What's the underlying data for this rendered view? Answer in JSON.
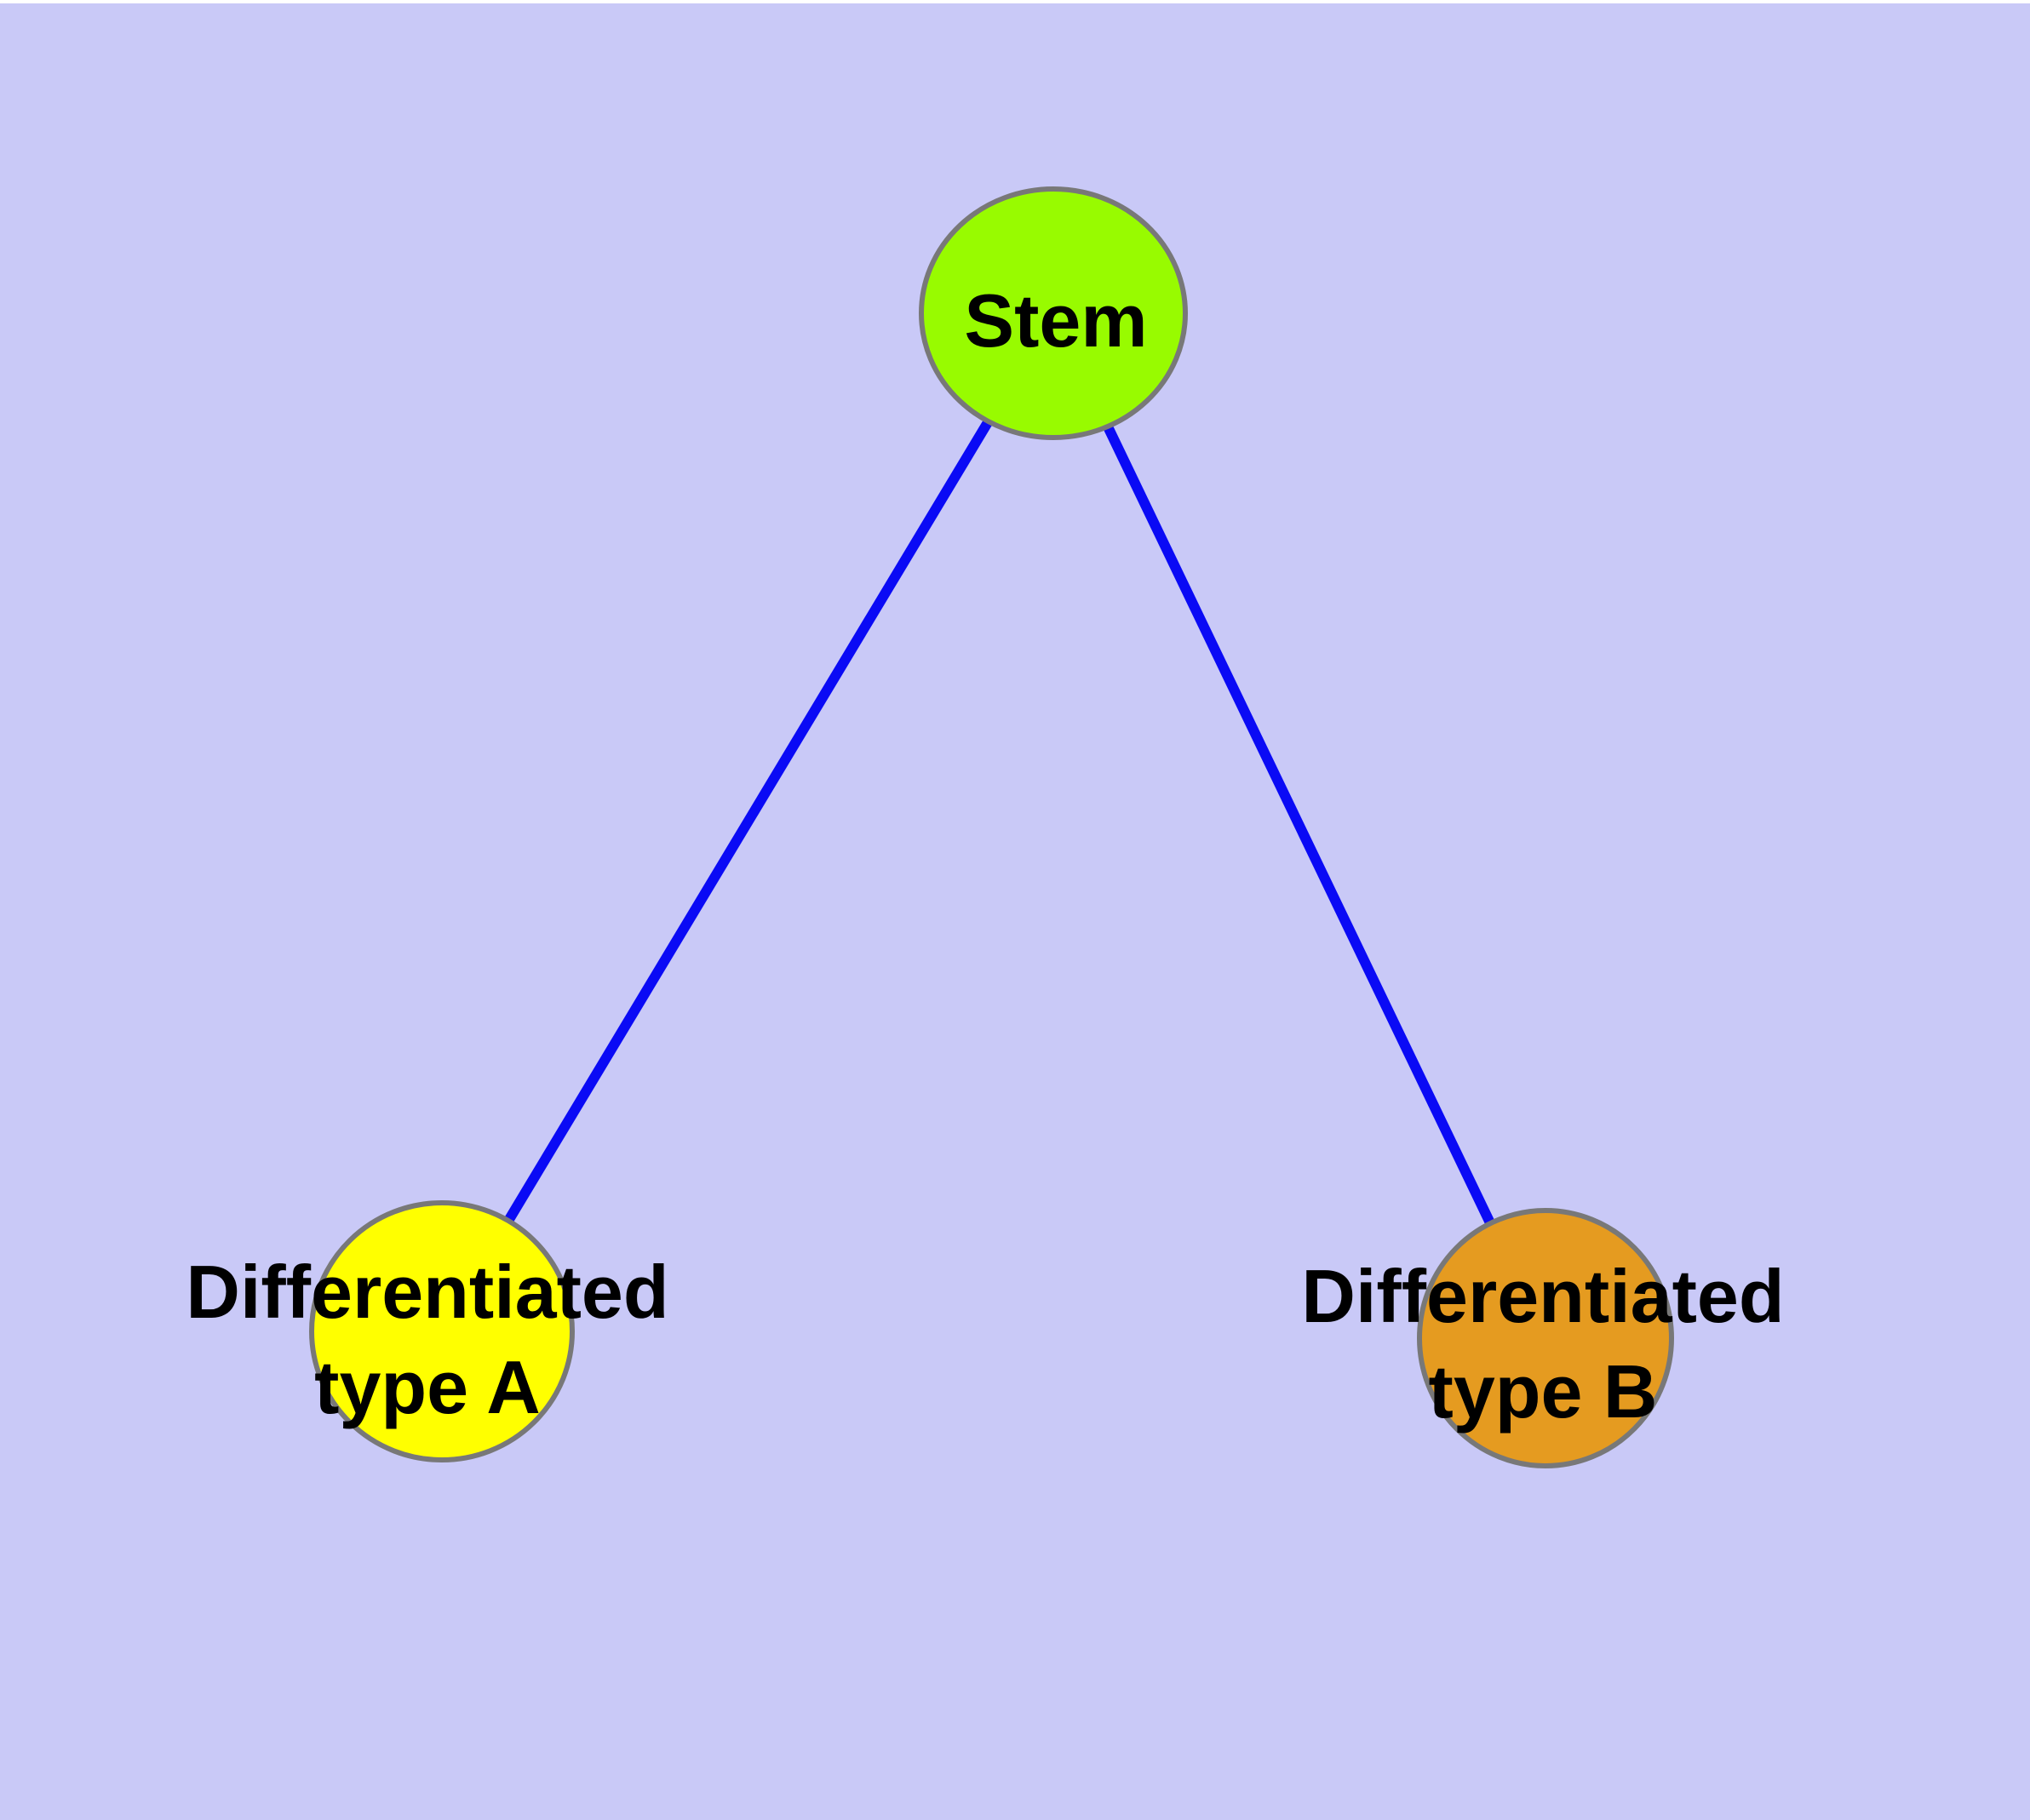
{
  "diagram": {
    "background_color": "#C9C9F7",
    "top_margin_color": "#FFFFFF",
    "edge_color": "#0A0AF5",
    "node_border_color": "#787878",
    "text_color": "#000000",
    "nodes": {
      "stem": {
        "label": "Stem",
        "fill": "#98FB00"
      },
      "type_a": {
        "label": "Differentiated type A",
        "line1": "Differentiated",
        "line2": "type A",
        "fill": "#FFFF00"
      },
      "type_b": {
        "label": "Differentiated type B",
        "line1": "Differentiated",
        "line2": "type B",
        "fill": "#E59B20"
      }
    },
    "edges": [
      {
        "from": "Stem",
        "to": "Differentiated type A"
      },
      {
        "from": "Stem",
        "to": "Differentiated type B"
      }
    ]
  }
}
